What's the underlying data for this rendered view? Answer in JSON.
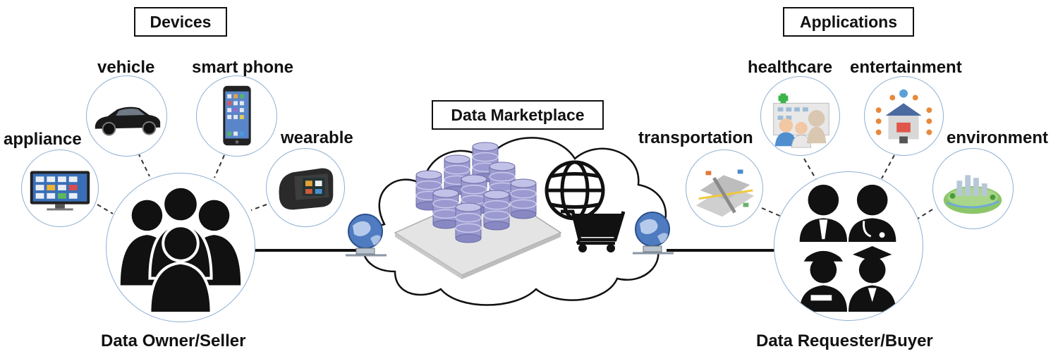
{
  "groups": {
    "devices": "Devices",
    "applications": "Applications",
    "marketplace": "Data Marketplace"
  },
  "devices": {
    "appliance": "appliance",
    "vehicle": "vehicle",
    "smart_phone": "smart phone",
    "wearable": "wearable"
  },
  "applications": {
    "transportation": "transportation",
    "healthcare": "healthcare",
    "entertainment": "entertainment",
    "environment": "environment"
  },
  "actors": {
    "seller": "Data Owner/Seller",
    "buyer": "Data Requester/Buyer"
  }
}
